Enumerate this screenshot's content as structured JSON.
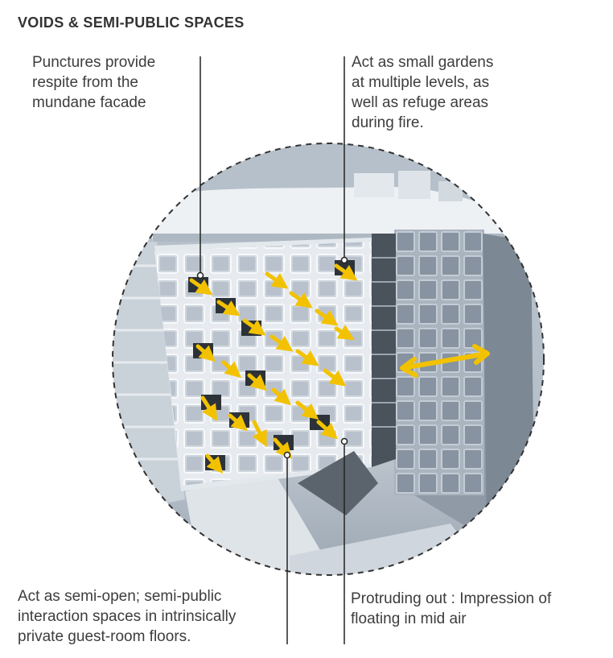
{
  "title": "VOIDS & SEMI-PUBLIC SPACES",
  "annotations": [
    {
      "text": "Punctures provide\nrespite from the\nmundane facade"
    },
    {
      "text": "Act as small gardens\nat multiple levels, as\nwell as refuge areas\nduring fire."
    },
    {
      "text": "Act as semi-open; semi-public\ninteraction spaces in intrinsically\nprivate guest-room floors."
    },
    {
      "text": "Protruding out : Impression of\nfloating in mid air"
    }
  ],
  "colors": {
    "arrow": "#f2c200",
    "facade": "#e9edf1",
    "facade_shadow": "#8d99a6",
    "leader": "#222222",
    "circle": "#333333"
  },
  "icons": [
    "arrow-icon"
  ]
}
